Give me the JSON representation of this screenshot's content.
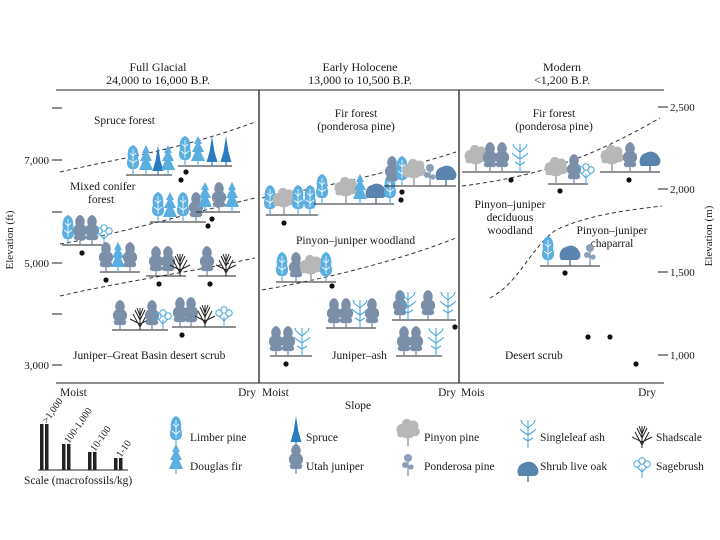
{
  "periods": [
    {
      "name": "Full Glacial",
      "dates": "24,000 to 16,000 B.P."
    },
    {
      "name": "Early Holocene",
      "dates": "13,000 to 10,500 B.P."
    },
    {
      "name": "Modern",
      "dates": "<1,200 B.P."
    }
  ],
  "axes": {
    "left_label": "Elevation (ft)",
    "left_ticks": [
      "7,000",
      "5,000",
      "3,000"
    ],
    "right_label": "Elevation (m)",
    "right_ticks": [
      "2,500",
      "2,000",
      "1,500",
      "1,000"
    ],
    "x_label": "Slope",
    "moist": "Moist",
    "dry": "Dry",
    "moist_cut": "Mois"
  },
  "zones": {
    "spruce_forest": "Spruce forest",
    "mixed_conifer_1": "Mixed conifer",
    "mixed_conifer_2": "forest",
    "juniper_gb": "Juniper–Great Basin desert scrub",
    "fir_forest_eh_1": "Fir forest",
    "fir_forest_eh_2": "(ponderosa pine)",
    "pj_woodland": "Pinyon–juniper woodland",
    "juniper_ash": "Juniper–ash",
    "fir_forest_m_1": "Fir forest",
    "fir_forest_m_2": "(ponderosa pine)",
    "pj_decid_1": "Pinyon–juniper",
    "pj_decid_2": "deciduous",
    "pj_decid_3": "woodland",
    "pj_chap_1": "Pinyon–juniper",
    "pj_chap_2": "chaparral",
    "desert_scrub": "Desert scrub"
  },
  "scale": {
    "title": "Scale (macrofossils/kg)",
    "bars": [
      ">1,000",
      "100-1,000",
      "10-100",
      "1-10"
    ]
  },
  "legend": [
    {
      "label": "Limber pine",
      "icon": "limber-pine-icon"
    },
    {
      "label": "Douglas fir",
      "icon": "douglas-fir-icon"
    },
    {
      "label": "Spruce",
      "icon": "spruce-icon"
    },
    {
      "label": "Utah juniper",
      "icon": "utah-juniper-icon"
    },
    {
      "label": "Pinyon pine",
      "icon": "pinyon-pine-icon"
    },
    {
      "label": "Ponderosa pine",
      "icon": "ponderosa-pine-icon"
    },
    {
      "label": "Singleleaf ash",
      "icon": "singleleaf-ash-icon"
    },
    {
      "label": "Shrub live oak",
      "icon": "shrub-live-oak-icon"
    },
    {
      "label": "Shadscale",
      "icon": "shadscale-icon"
    },
    {
      "label": "Sagebrush",
      "icon": "sagebrush-icon"
    }
  ],
  "colors": {
    "light_blue": "#5aaee0",
    "slate": "#7b8fa8",
    "gray": "#b7b7b7",
    "steel": "#5a83ad",
    "dark": "#222222"
  }
}
